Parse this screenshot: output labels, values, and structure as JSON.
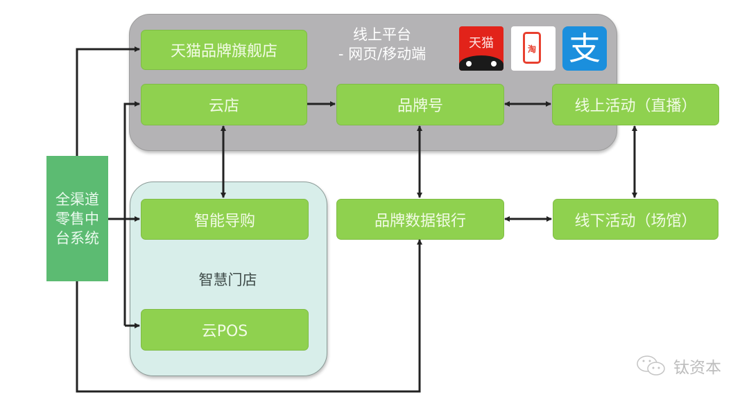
{
  "hub": {
    "lines": [
      "全渠道",
      "零售中",
      "台系统"
    ]
  },
  "online_platform": {
    "title": "线上平台",
    "subtitle": "- 网页/移动端",
    "apps": [
      {
        "name": "tmall",
        "label": "天猫",
        "color": "#e2231a"
      },
      {
        "name": "taobao",
        "label": "淘",
        "color": "#e8402f"
      },
      {
        "name": "alipay",
        "label": "支",
        "color": "#1b8fdd"
      }
    ]
  },
  "smart_store": {
    "title": "智慧门店"
  },
  "nodes": {
    "tmall_flagship": "天猫品牌旗舰店",
    "cloud_store": "云店",
    "brand_account": "品牌号",
    "online_events": "线上活动（直播）",
    "smart_guide": "智能导购",
    "cloud_pos": "云POS",
    "brand_databank": "品牌数据银行",
    "offline_events": "线下活动（场馆）"
  },
  "watermark": {
    "text": "钛资本",
    "icon": "wechat-icon"
  },
  "colors": {
    "node": "#8fd14f",
    "hub": "#5cbb72",
    "online_panel": "#b4b3b5",
    "store_panel": "#d8eeea",
    "arrow": "#222222"
  }
}
